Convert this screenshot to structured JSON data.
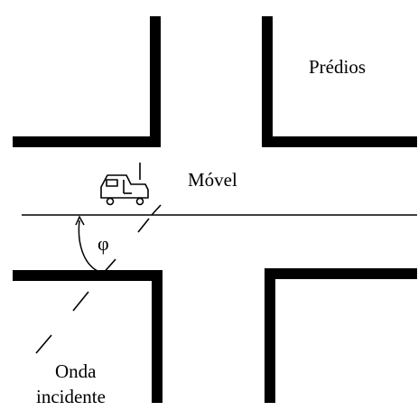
{
  "labels": {
    "buildings": "Prédios",
    "mobile": "Móvel",
    "angle": "φ",
    "wave_line1": "Onda",
    "wave_line2": "incidente"
  },
  "colors": {
    "stroke": "#000000",
    "background": "#ffffff"
  },
  "icons": {
    "vehicle": "car-icon",
    "angle_arc": "arc-arrow-icon"
  }
}
